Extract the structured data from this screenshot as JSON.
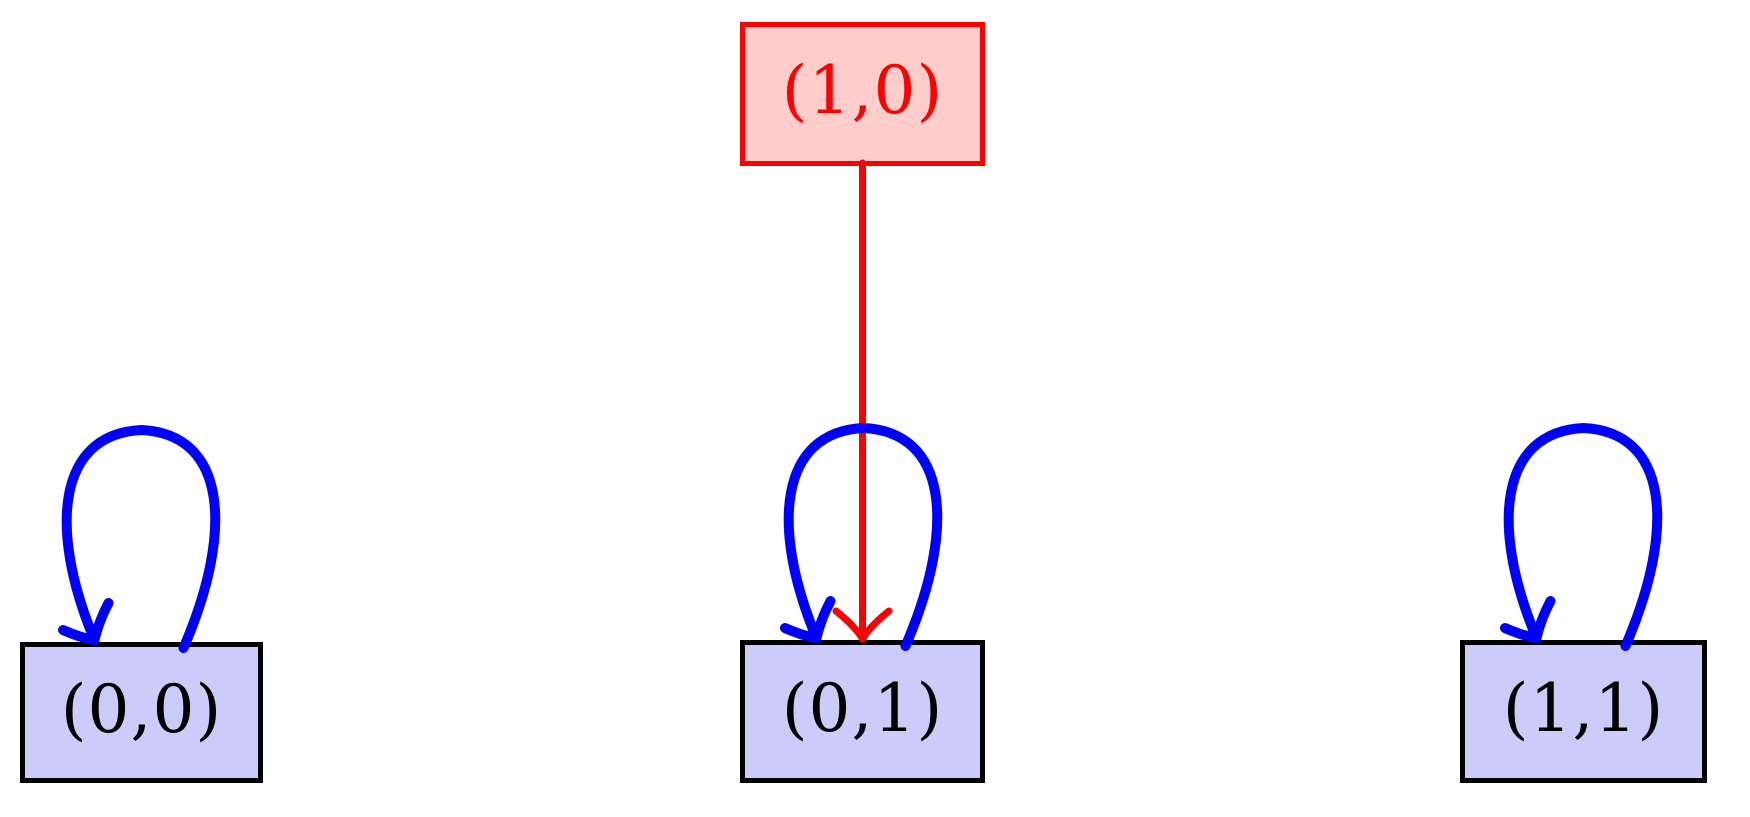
{
  "diagram": {
    "background_color": "#ffffff",
    "nodes": [
      {
        "id": "1-0",
        "label": "(1,0)",
        "fill": "#ffcccc",
        "border": "#ff0000",
        "text_color": "#ff0000"
      },
      {
        "id": "0-0",
        "label": "(0,0)",
        "fill": "#ccccfa",
        "border": "#000000",
        "text_color": "#000000"
      },
      {
        "id": "0-1",
        "label": "(0,1)",
        "fill": "#ccccfa",
        "border": "#000000",
        "text_color": "#000000"
      },
      {
        "id": "1-1",
        "label": "(1,1)",
        "fill": "#ccccfa",
        "border": "#000000",
        "text_color": "#000000"
      }
    ],
    "edges": [
      {
        "from": "1-0",
        "to": "0-1",
        "type": "arrow",
        "color": "#ff0000"
      },
      {
        "from": "0-0",
        "to": "0-0",
        "type": "self-loop",
        "color": "#0000ff"
      },
      {
        "from": "0-1",
        "to": "0-1",
        "type": "self-loop",
        "color": "#0000ff"
      },
      {
        "from": "1-1",
        "to": "1-1",
        "type": "self-loop",
        "color": "#0000ff"
      }
    ]
  }
}
